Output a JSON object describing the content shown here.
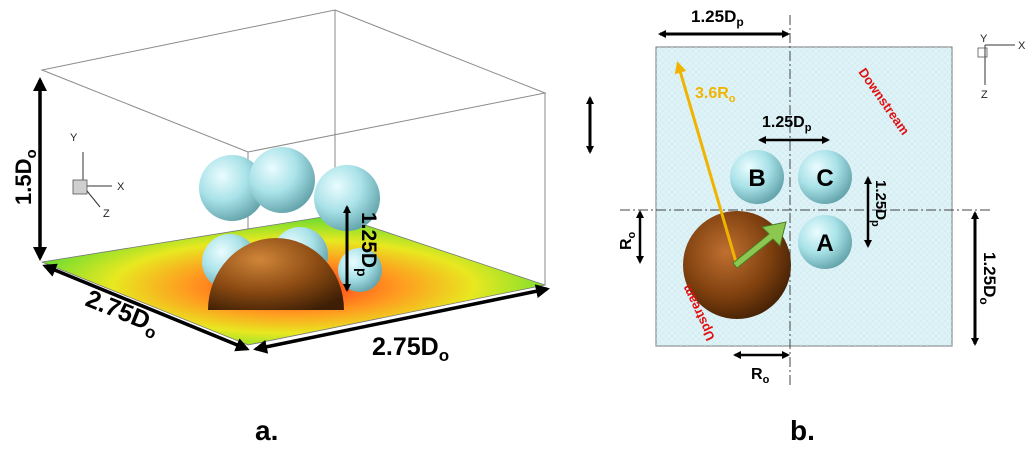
{
  "panel_a": {
    "label": "a.",
    "height_label": "1.5D",
    "height_sub": "o",
    "depth_label": "2.75D",
    "depth_sub": "o",
    "width_label": "2.75D",
    "width_sub": "o",
    "gap_label": "1.25D",
    "gap_sub": "p",
    "axes": {
      "y": "Y",
      "x": "X",
      "z": "Z"
    }
  },
  "panel_b": {
    "label": "b.",
    "top_dim_label": "1.25D",
    "top_dim_sub": "p",
    "radius_label": "3.6R",
    "radius_sub": "o",
    "pitch_label": "1.25D",
    "pitch_sub": "p",
    "vertical_pitch_label": "1.25D",
    "vertical_pitch_sub": "p",
    "ro_left_label": "R",
    "ro_left_sub": "o",
    "ro_bottom_label": "R",
    "ro_bottom_sub": "o",
    "right_dim_label": "1.25D",
    "right_dim_sub": "o",
    "downstream_label": "Downstream",
    "upstream_label": "Upstream",
    "circles": {
      "b": "B",
      "c": "C",
      "a": "A"
    },
    "axes": {
      "y": "Y",
      "x": "X",
      "z": "Z"
    }
  },
  "colors": {
    "sphere": "#a8e2e8",
    "hemisphere": "#8a4a12",
    "radius_arrow": "#f0b400",
    "flow_arrow": "#8cc850",
    "label_red": "#e01010",
    "domain_fill": "#dff3f7"
  }
}
